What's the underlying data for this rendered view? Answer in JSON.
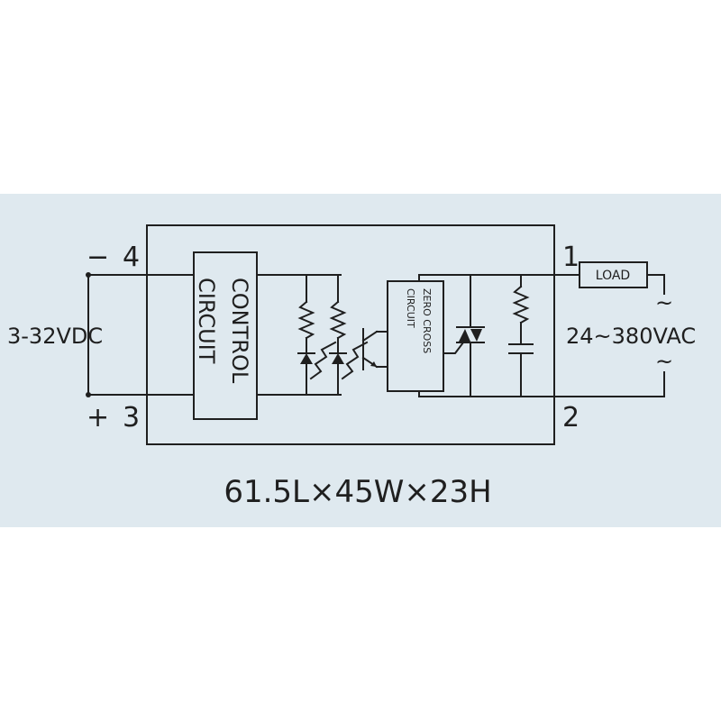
{
  "terminals": {
    "minus": "−",
    "t4": "4",
    "plus": "+",
    "t3": "3",
    "t1": "1",
    "t2": "2"
  },
  "input_voltage": "3-32VDC",
  "output_voltage": "24~380VAC",
  "control_block": {
    "line1": "CONTROL",
    "line2": "CIRCUIT"
  },
  "zero_cross_block": {
    "line1": "ZERO CROSS",
    "line2": "CIRCUIT"
  },
  "load_label": "LOAD",
  "ac_symbol": "~",
  "dimensions": "61.5L×45W×23H",
  "colors": {
    "panel": "#dfe9ef",
    "line": "#1f1f1f",
    "background": "#ffffff"
  }
}
